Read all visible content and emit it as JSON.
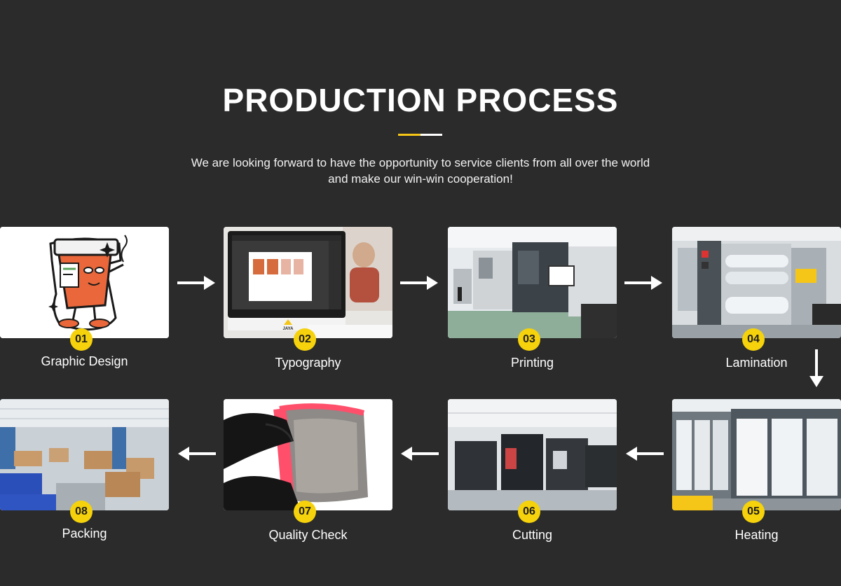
{
  "header": {
    "title": "PRODUCTION PROCESS",
    "subtitle_line1": "We are looking forward to have the opportunity to service clients from all over the world",
    "subtitle_line2": "and make our win-win cooperation!"
  },
  "colors": {
    "background": "#2b2b2b",
    "accent_yellow": "#f5d20b",
    "text": "#ffffff"
  },
  "steps": [
    {
      "number": "01",
      "label": "Graphic Design"
    },
    {
      "number": "02",
      "label": "Typography"
    },
    {
      "number": "03",
      "label": "Printing"
    },
    {
      "number": "04",
      "label": "Lamination"
    },
    {
      "number": "05",
      "label": "Heating"
    },
    {
      "number": "06",
      "label": "Cutting"
    },
    {
      "number": "07",
      "label": "Quality Check"
    },
    {
      "number": "08",
      "label": "Packing"
    }
  ],
  "images": {
    "monitor_brand": "JAYA"
  },
  "icons": {
    "arrow_right": "arrow-right-icon",
    "arrow_left": "arrow-left-icon",
    "arrow_down": "arrow-down-icon"
  }
}
